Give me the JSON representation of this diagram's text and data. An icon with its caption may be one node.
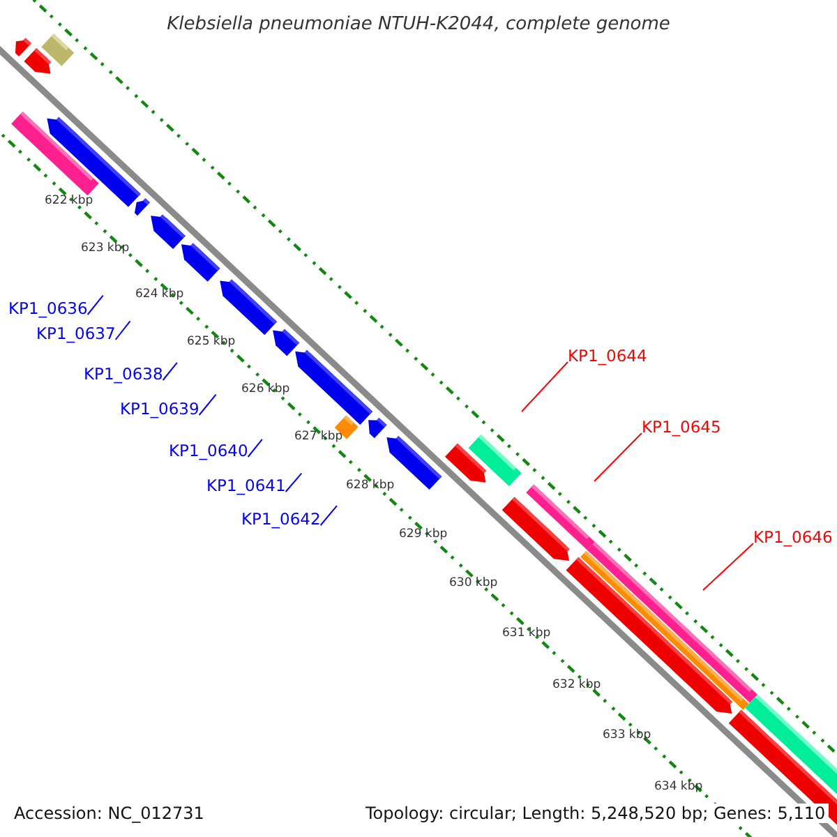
{
  "diagram": {
    "title": "Klebsiella pneumoniae NTUH-K2044, complete genome",
    "nodes": [
      {
        "text": [
          "KP1_0636"
        ]
      },
      {
        "text": [
          "KP1_0637"
        ]
      },
      {
        "text": [
          "KP1_0638"
        ]
      },
      {
        "text": [
          "KP1_0639"
        ]
      },
      {
        "text": [
          "KP1_0640"
        ]
      },
      {
        "text": [
          "KP1_0641"
        ]
      },
      {
        "text": [
          "KP1_0642"
        ]
      },
      {
        "text": [
          "KP1_0644"
        ]
      },
      {
        "text": [
          "KP1_0645"
        ]
      },
      {
        "text": [
          "KP1_0646"
        ]
      }
    ],
    "edges": [
      {
        "from": 0,
        "to": null,
        "arrow": "none"
      },
      {
        "from": 1,
        "to": null,
        "arrow": "none"
      },
      {
        "from": 2,
        "to": null,
        "arrow": "none"
      },
      {
        "from": 3,
        "to": null,
        "arrow": "none"
      },
      {
        "from": 4,
        "to": null,
        "arrow": "none"
      },
      {
        "from": 5,
        "to": null,
        "arrow": "none"
      },
      {
        "from": 6,
        "to": null,
        "arrow": "none"
      },
      {
        "from": 7,
        "to": null,
        "arrow": "none",
        "color": "#ff0000"
      },
      {
        "from": 8,
        "to": null,
        "arrow": "none",
        "color": "#ff0000"
      },
      {
        "from": 9,
        "to": null,
        "arrow": "none",
        "color": "#ff0000"
      }
    ],
    "labels": [
      "622 kbp",
      "623 kbp",
      "624 kbp",
      "625 kbp",
      "626 kbp",
      "627 kbp",
      "628 kbp",
      "629 kbp",
      "630 kbp",
      "631 kbp",
      "632 kbp",
      "633 kbp",
      "634 kbp",
      "Accession: NC_012731",
      "Topology: circular; Length: 5,248,520 bp; Genes: 5,110"
    ]
  }
}
